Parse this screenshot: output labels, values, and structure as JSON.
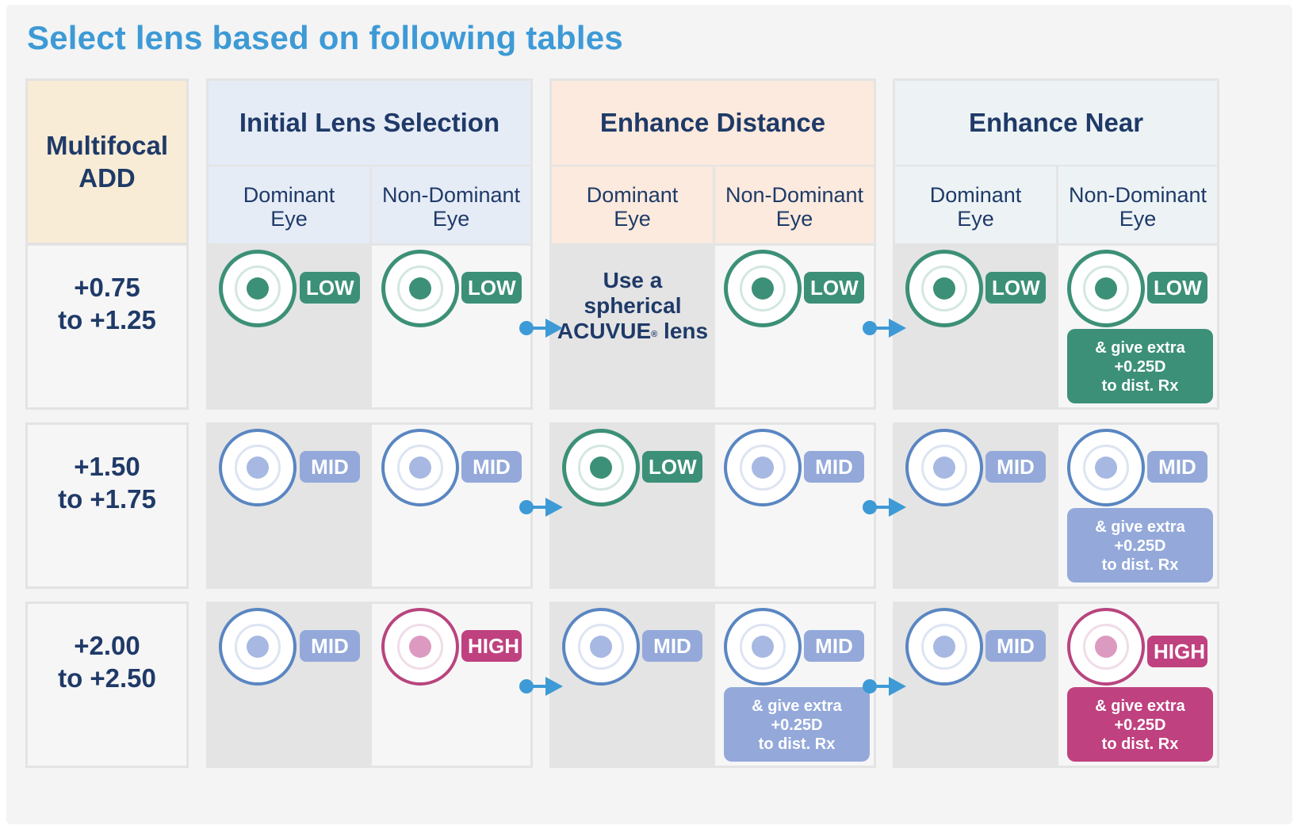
{
  "title": "Select lens based on following tables",
  "add_header": {
    "line1": "Multifocal",
    "line2": "ADD"
  },
  "groups": {
    "initial": "Initial Lens Selection",
    "distance": "Enhance Distance",
    "near": "Enhance Near"
  },
  "sub": {
    "dominant": {
      "line1": "Dominant",
      "line2": "Eye"
    },
    "nondominant": {
      "line1": "Non-Dominant",
      "line2": "Eye"
    }
  },
  "rows": [
    {
      "line1": "+0.75",
      "line2": "to +1.25"
    },
    {
      "line1": "+1.50",
      "line2": "to +1.75"
    },
    {
      "line1": "+2.00",
      "line2": "to +2.50"
    }
  ],
  "labels": {
    "low": "LOW",
    "mid": "MID",
    "high": "HIGH"
  },
  "extra": {
    "line1": "& give extra",
    "line2": "+0.25D",
    "line3": "to dist. Rx"
  },
  "spherical_note": {
    "line1": "Use a spherical",
    "line2": "ACUVUE",
    "reg": "®",
    "line2_end": " lens"
  },
  "colors": {
    "title": "#3d9ad6",
    "low": "#3c9077",
    "mid": "#94a9da",
    "high": "#c0417f",
    "arrow": "#3d9ad6"
  }
}
